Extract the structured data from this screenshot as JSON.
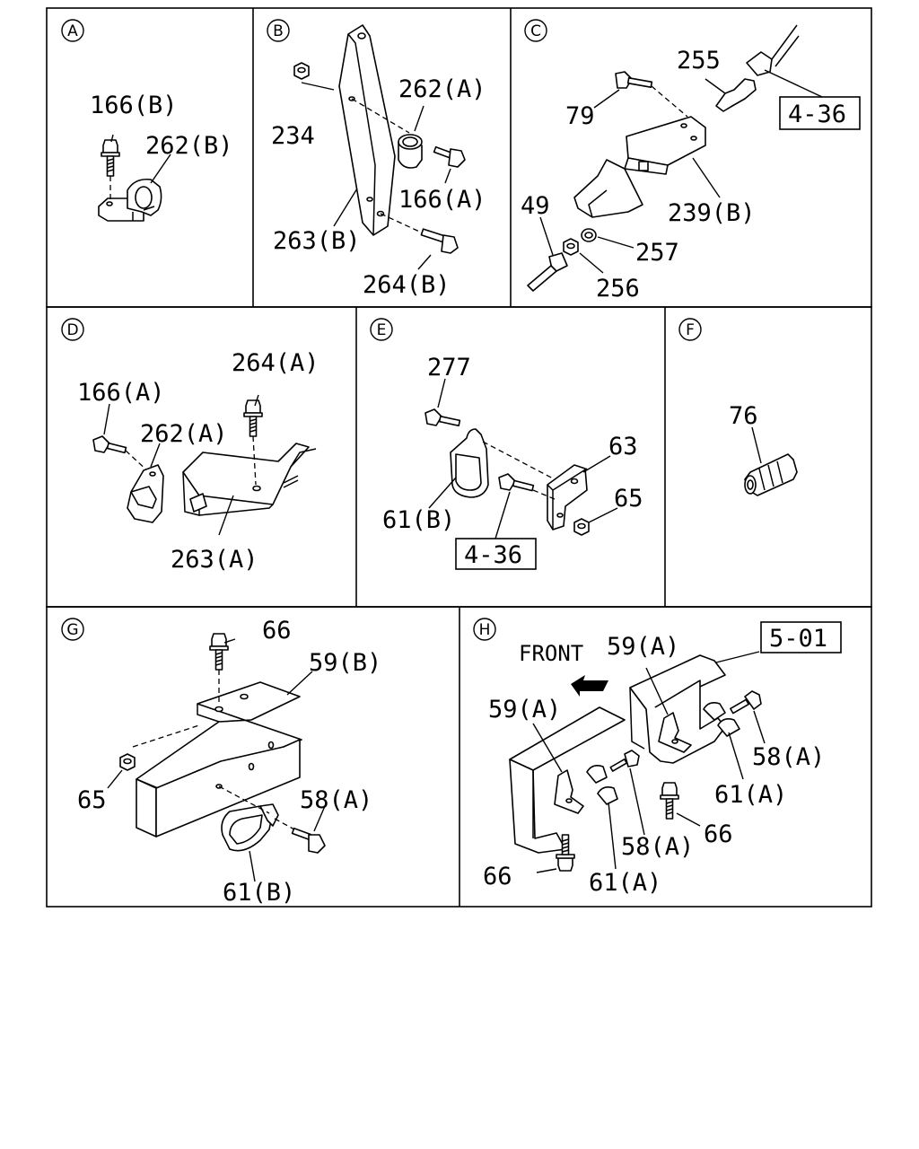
{
  "panels": {
    "A": {
      "letter": "A",
      "labels": {
        "bolt": "166(B)",
        "clip": "262(B)"
      }
    },
    "B": {
      "letter": "B",
      "labels": {
        "nut": "234",
        "clip": "262(A)",
        "bolt_top": "166(A)",
        "bracket": "263(B)",
        "bolt_bottom": "264(B)"
      }
    },
    "C": {
      "letter": "C",
      "labels": {
        "fitting": "255",
        "ref": "4-36",
        "bolt": "79",
        "bracket": "239(B)",
        "sensor": "49",
        "washer": "257",
        "nut": "256"
      }
    },
    "D": {
      "letter": "D",
      "labels": {
        "bolt_top": "264(A)",
        "bolt_left": "166(A)",
        "clip": "262(A)",
        "bracket": "263(A)"
      }
    },
    "E": {
      "letter": "E",
      "labels": {
        "bolt_top": "277",
        "plate": "63",
        "clip": "61(B)",
        "nut": "65",
        "ref": "4-36"
      }
    },
    "F": {
      "letter": "F",
      "labels": {
        "nipple": "76"
      }
    },
    "G": {
      "letter": "G",
      "labels": {
        "bolt_top": "66",
        "bracket": "59(B)",
        "nut": "65",
        "bolt_right": "58(A)",
        "clip": "61(B)"
      }
    },
    "H": {
      "letter": "H",
      "labels": {
        "front": "FRONT",
        "ref": "5-01",
        "bracket_upper": "59(A)",
        "bracket_lower": "59(A)",
        "bolt_right": "58(A)",
        "clip_right": "61(A)",
        "bolt_mid": "58(A)",
        "bolt_bottom_right": "66",
        "bolt_bottom_left": "66",
        "clip_bottom": "61(A)"
      }
    }
  }
}
